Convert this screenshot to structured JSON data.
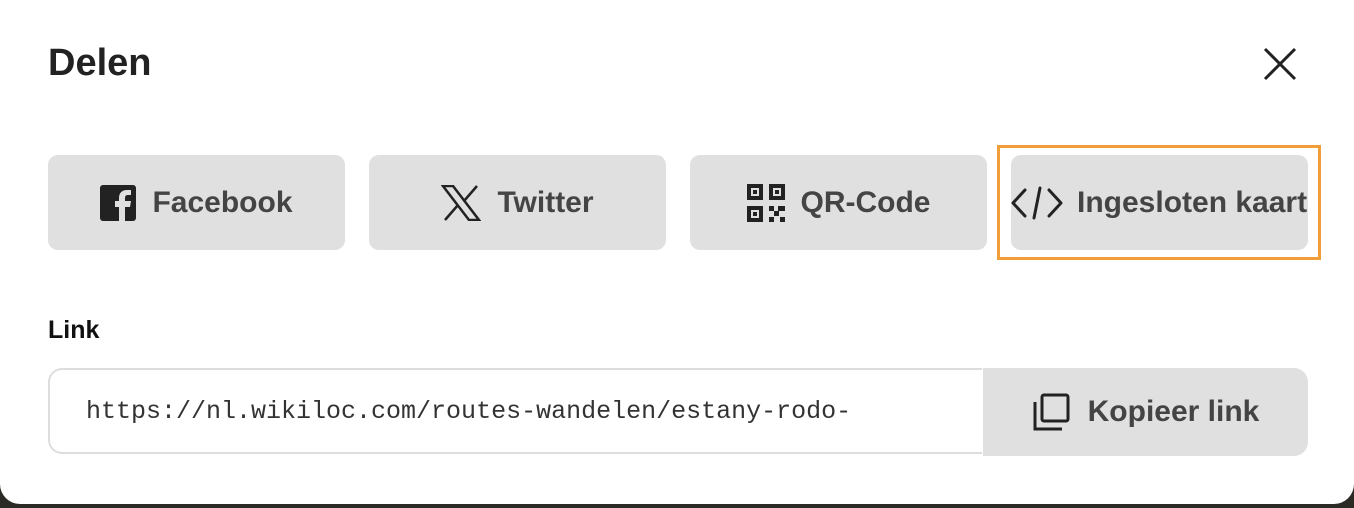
{
  "dialog": {
    "title": "Delen"
  },
  "share_buttons": [
    {
      "label": "Facebook",
      "icon": "facebook-icon"
    },
    {
      "label": "Twitter",
      "icon": "x-icon"
    },
    {
      "label": "QR-Code",
      "icon": "qr-code-icon"
    },
    {
      "label": "Ingesloten kaart",
      "icon": "code-icon"
    }
  ],
  "link": {
    "label": "Link",
    "value": "https://nl.wikiloc.com/routes-wandelen/estany-rodo-",
    "copy_label": "Kopieer link"
  },
  "colors": {
    "focus": "#f19d38",
    "button_bg": "#e0e0e0"
  }
}
